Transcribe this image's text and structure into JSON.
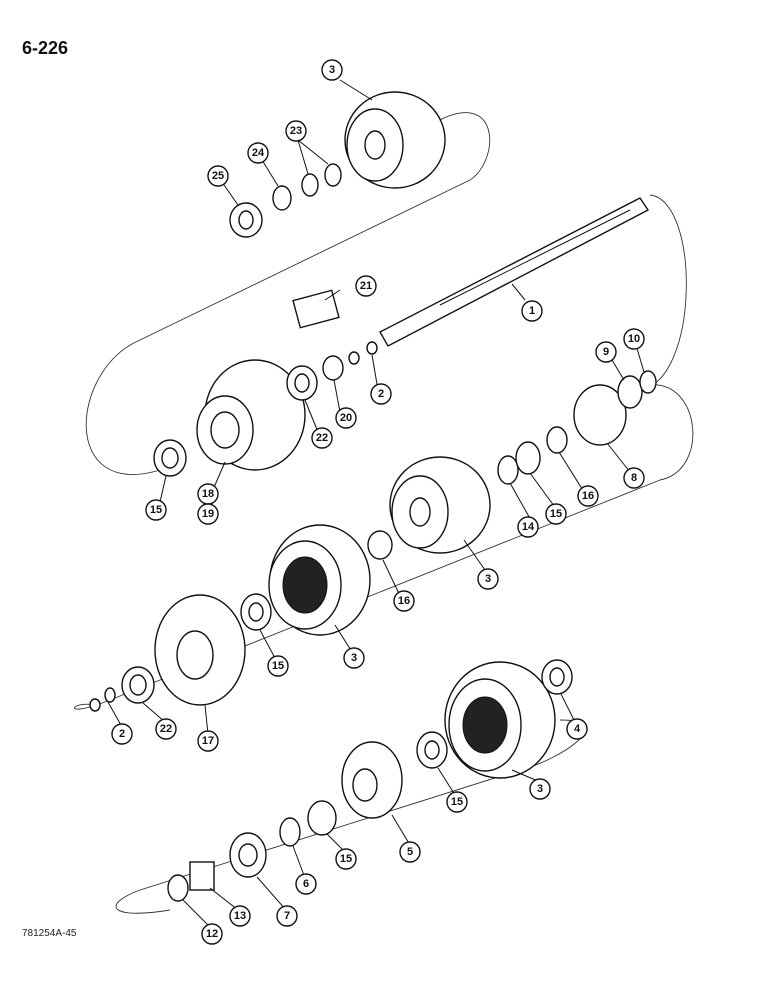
{
  "page_number": "6-226",
  "drawing_code": "781254A-45",
  "callouts": [
    {
      "label": "3"
    },
    {
      "label": "25"
    },
    {
      "label": "24"
    },
    {
      "label": "23"
    },
    {
      "label": "21"
    },
    {
      "label": "1"
    },
    {
      "label": "9"
    },
    {
      "label": "10"
    },
    {
      "label": "2"
    },
    {
      "label": "20"
    },
    {
      "label": "22"
    },
    {
      "label": "15"
    },
    {
      "label": "18"
    },
    {
      "label": "19"
    },
    {
      "label": "8"
    },
    {
      "label": "16"
    },
    {
      "label": "15"
    },
    {
      "label": "14"
    },
    {
      "label": "3"
    },
    {
      "label": "16"
    },
    {
      "label": "3"
    },
    {
      "label": "15"
    },
    {
      "label": "17"
    },
    {
      "label": "22"
    },
    {
      "label": "2"
    },
    {
      "label": "4"
    },
    {
      "label": "3"
    },
    {
      "label": "15"
    },
    {
      "label": "5"
    },
    {
      "label": "15"
    },
    {
      "label": "6"
    },
    {
      "label": "7"
    },
    {
      "label": "13"
    },
    {
      "label": "12"
    }
  ]
}
